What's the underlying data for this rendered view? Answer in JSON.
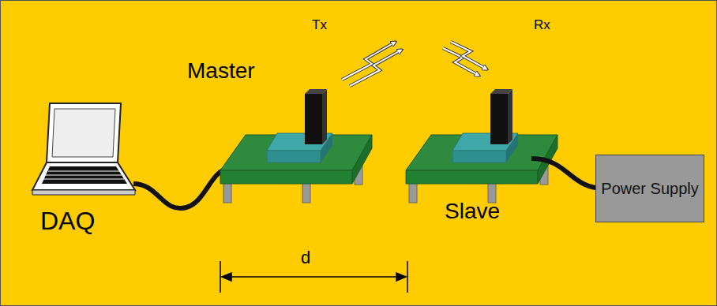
{
  "diagram": {
    "nodes": [
      {
        "text": [
          "Power Supply"
        ]
      }
    ],
    "labels": [
      "Tx",
      "Rx",
      "Master",
      "Slave",
      "DAQ",
      "d"
    ]
  }
}
